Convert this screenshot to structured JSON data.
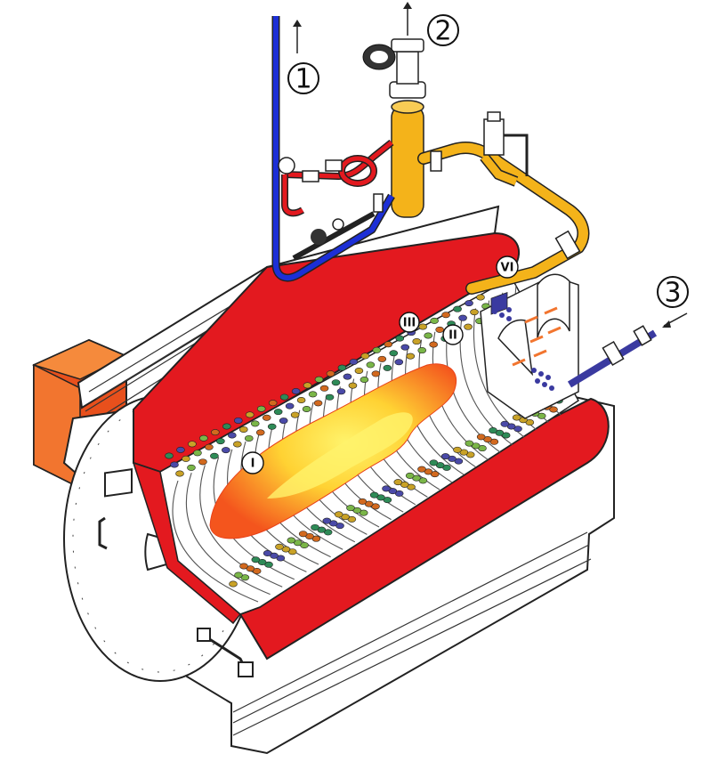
{
  "labels": {
    "one": "1",
    "two": "2",
    "three": "3",
    "flame": "I",
    "pass_two": "II",
    "pass_three": "III",
    "six": "VI"
  },
  "colors": {
    "refractory": "#e3191f",
    "hot_pipe": "#f4b31a",
    "cold_pipe": "#1c2fd6",
    "burner": "#e8501c",
    "flame_outer": "#f25a1c",
    "flame_inner": "#ffe640",
    "shell": "#ffffff",
    "tube_blue": "#3a3aa0"
  },
  "icons": {
    "valve": "valve-handwheel-icon",
    "arrow": "flow-arrow-icon"
  }
}
